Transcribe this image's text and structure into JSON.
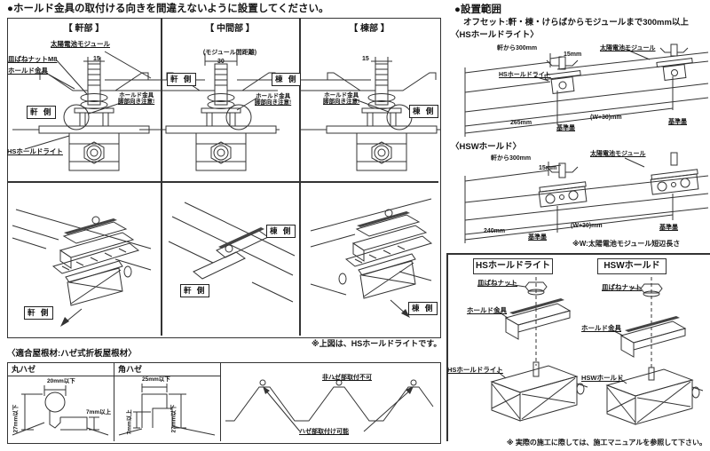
{
  "page": {
    "left_title": "●ホールド金具の取付ける向きを間違えないように設置してください。",
    "hs_note": "※上図は、HSホールドライトです。"
  },
  "panels": {
    "eaves": {
      "header": "【 軒部 】",
      "module": "太陽電池モジュール",
      "nut": "皿ばねナットM8",
      "bracket": "ホールド金具",
      "base": "HSホールドライト",
      "dim": "15",
      "caution1": "ホールド金具",
      "caution2": "脚部向き注意!",
      "side": "軒 側",
      "iso_side": "軒 側"
    },
    "middle": {
      "header": "【 中間部 】",
      "distance": "(モジュール間距離)",
      "dim": "30",
      "left": "軒 側",
      "right": "棟 側",
      "caution1": "ホールド金具",
      "caution2": "脚部向き注意!",
      "iso_top": "棟 側",
      "iso_bottom": "軒 側"
    },
    "ridge": {
      "header": "【 棟部 】",
      "dim": "15",
      "caution1": "ホールド金具",
      "caution2": "脚部向き注意!",
      "side": "棟 側",
      "iso_side": "棟 側"
    }
  },
  "roof": {
    "heading": "〈適合屋根材:ハゼ式折板屋根材〉",
    "round": {
      "title": "丸ハゼ",
      "top": "20mm以下",
      "left": "27mm以下",
      "right": "7mm以上"
    },
    "square": {
      "title": "角ハゼ",
      "top": "25mm以下",
      "left": "7mm以上",
      "right": "27mm以下"
    },
    "profile": {
      "no": "非ハゼ部取付不可",
      "ok": "ハゼ部取付け可能"
    }
  },
  "range": {
    "heading": "●設置範囲",
    "subtitle": "オフセット:軒・棟・けらばからモジュールまで300mm以上",
    "hs": {
      "title": "〈HSホールドライト〉",
      "eaves": "軒から300mm",
      "d15": "15mm",
      "module": "太陽電池モジュール",
      "base": "HSホールドライト",
      "dleft": "265mm",
      "dspan": "(W+30)mm",
      "ref1": "基準墨",
      "ref2": "基準墨"
    },
    "hsw": {
      "title": "〈HSWホールド〉",
      "eaves": "軒から300mm",
      "d15": "15mm",
      "module": "太陽電池モジュール",
      "dleft": "240mm",
      "dspan": "(W+30)mm",
      "ref1": "基準墨",
      "ref2": "基準墨"
    },
    "w_note": "※W:太陽電池モジュール短辺長さ"
  },
  "products": {
    "hs": {
      "title": "HSホールドライト",
      "nut": "皿ばねナット",
      "bracket": "ホールド金具",
      "base": "HSホールドライト"
    },
    "hsw": {
      "title": "HSWホールド",
      "nut": "皿ばねナット",
      "bracket": "ホールド金具",
      "base": "HSWホールド"
    },
    "footer": "※ 実際の施工に際しては、施工マニュアルを参照して下さい。"
  }
}
